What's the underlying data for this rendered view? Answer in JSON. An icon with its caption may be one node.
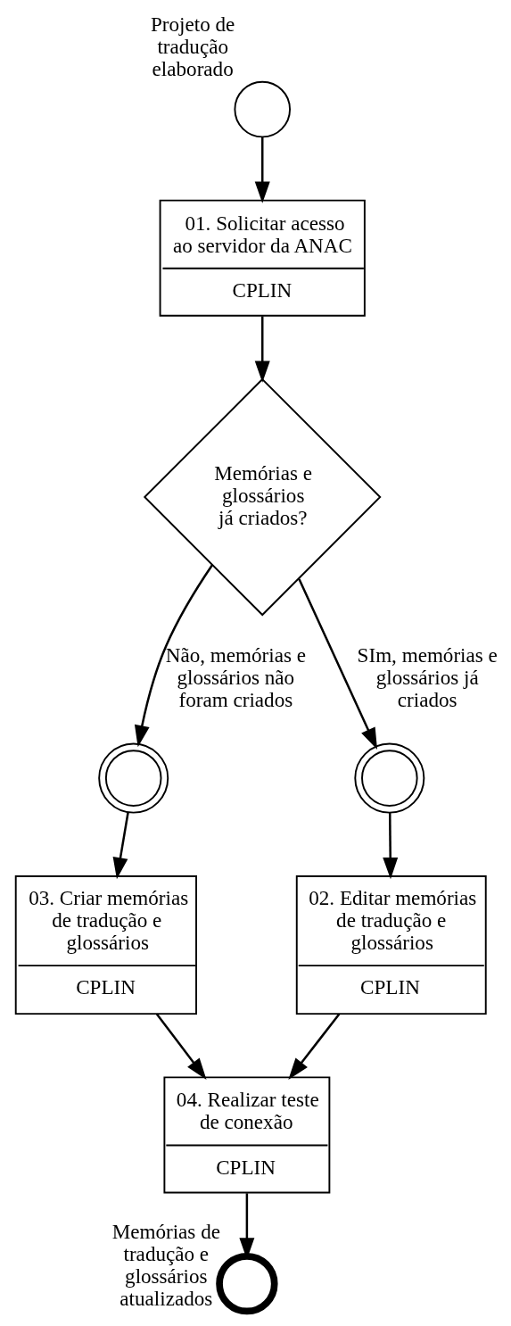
{
  "diagram": {
    "nodes": [
      {
        "text": [],
        "shape": "circle",
        "beside": [
          "Projeto de tradução elaborado"
        ]
      },
      {
        "text": [
          "01. Solicitar acesso ao servidor da ANAC",
          "CPLIN"
        ]
      },
      {
        "text": [
          "Memórias e glossários já criados?"
        ]
      },
      {
        "text": [],
        "shape": "circle"
      },
      {
        "text": [],
        "shape": "circle"
      },
      {
        "text": [
          "03. Criar memórias de tradução e glossários",
          "CPLIN"
        ]
      },
      {
        "text": [
          "02. Editar memórias de tradução e glossários",
          "CPLIN"
        ]
      },
      {
        "text": [
          "04. Realizar teste de conexão",
          "CPLIN"
        ]
      },
      {
        "text": [],
        "shape": "circle",
        "beside": [
          "Memórias de tradução e glossários atualizados"
        ]
      }
    ],
    "edges": [
      {
        "from": 0,
        "to": 1,
        "arrow": "to"
      },
      {
        "from": 1,
        "to": 2,
        "arrow": "to"
      },
      {
        "from": 2,
        "to": 3,
        "arrow": "to",
        "label": "Não, memórias e glossários não foram criados"
      },
      {
        "from": 2,
        "to": 4,
        "arrow": "to",
        "label": "SIm, memórias e glossários já criados"
      },
      {
        "from": 3,
        "to": 5,
        "arrow": "to"
      },
      {
        "from": 4,
        "to": 6,
        "arrow": "to"
      },
      {
        "from": 5,
        "to": 7,
        "arrow": "to"
      },
      {
        "from": 6,
        "to": 7,
        "arrow": "to"
      },
      {
        "from": 7,
        "to": 8,
        "arrow": "to"
      }
    ]
  }
}
